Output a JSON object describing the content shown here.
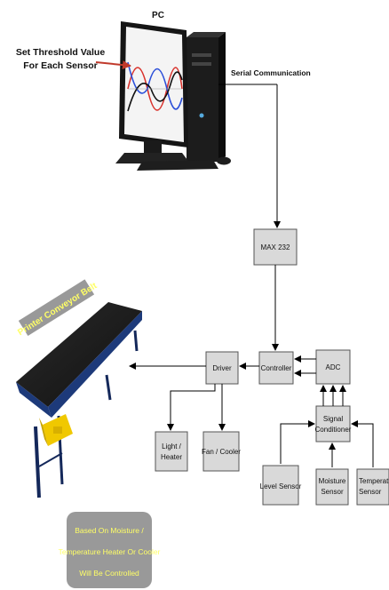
{
  "diagram": {
    "pc_title": "PC",
    "threshold_note": [
      "Set Threshold Value",
      "For Each Sensor"
    ],
    "serial_label": "Serial Communication",
    "belt_label": "Printer Conveyor Belt",
    "control_note": [
      "Based On Moisture /",
      "Temperature Heater Or Cooler",
      "Will Be Controlled"
    ],
    "blocks": {
      "max232": [
        "MAX 232"
      ],
      "controller": [
        "Controller"
      ],
      "adc": [
        "ADC"
      ],
      "driver": [
        "Driver"
      ],
      "signal_conditioner": [
        "Signal",
        "Conditioner"
      ],
      "light_heater": [
        "Light /",
        "Heater"
      ],
      "fan_cooler": [
        "Fan / Cooler"
      ],
      "level_sensor": [
        "Level Sensor"
      ],
      "moisture_sensor": [
        "Moisture",
        "Sensor"
      ],
      "temperature_sensor": [
        "Temperatu",
        "Sensor"
      ]
    },
    "colors": {
      "box_fill": "#d9d9d9",
      "note_fill": "#999999",
      "note_text": "#ffff66",
      "arrow_red": "#c0392b",
      "wave_red": "#d9312b",
      "wave_blue": "#2b4fd9",
      "wave_black": "#111111",
      "belt_yellow": "#f0c800"
    }
  }
}
